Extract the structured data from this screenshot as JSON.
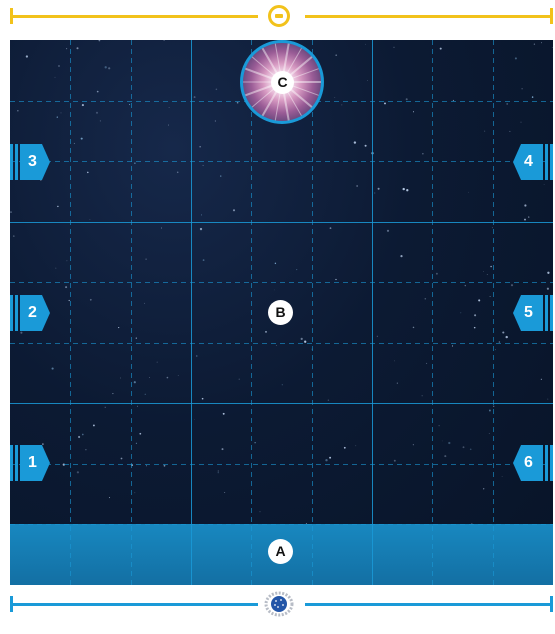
{
  "board": {
    "zone_labels": {
      "a": "A",
      "b": "B",
      "c": "C"
    },
    "edge_markers": {
      "left": [
        "3",
        "2",
        "1"
      ],
      "right": [
        "4",
        "5",
        "6"
      ]
    }
  },
  "colors": {
    "space": "#0c1a33",
    "grid_line": "#1a9ad8",
    "zone_a": "#1888c0",
    "top_ruler": "#f2c21b",
    "bottom_ruler": "#1a9ad8",
    "marker": "#1a9ad8"
  },
  "icons": {
    "top_ruler_emblem": "yellow-circle-minus-icon",
    "bottom_ruler_emblem": "federation-seal-icon",
    "objective": "nebula-objective-icon",
    "edge_marker": "deployment-arrow-icon"
  }
}
